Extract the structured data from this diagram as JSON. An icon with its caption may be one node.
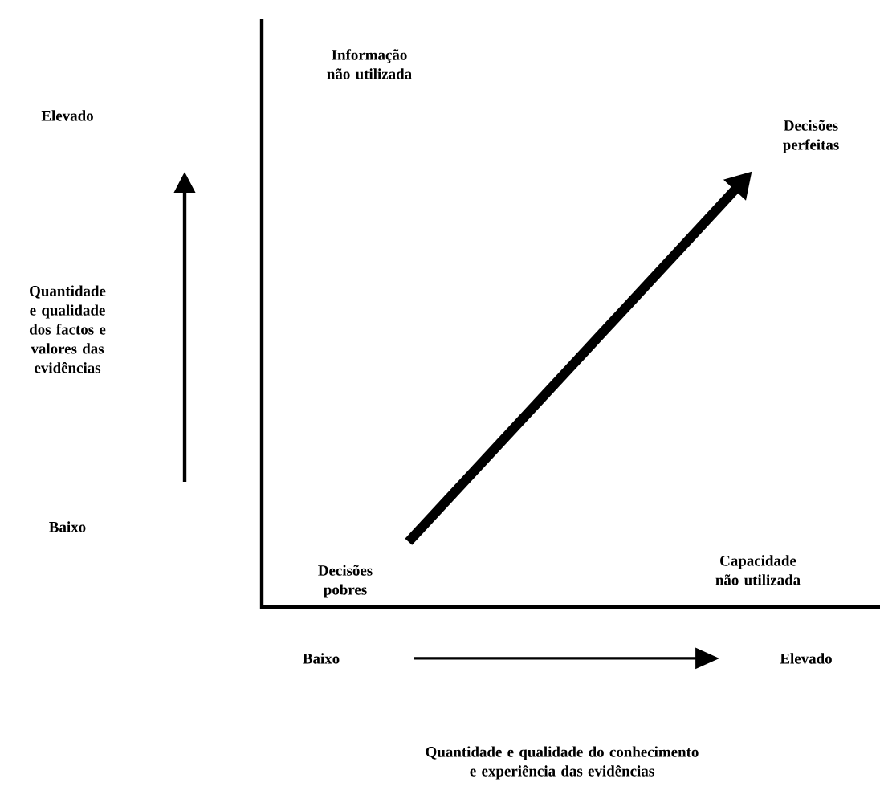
{
  "diagram": {
    "nodes": [
      {
        "text": [
          "Decisões pobres"
        ]
      },
      {
        "text": [
          "Decisões perfeitas"
        ]
      }
    ],
    "edges": [
      {
        "from": 0,
        "to": 1,
        "arrow": "to"
      }
    ],
    "labels": [
      "Informação não utilizada",
      "Elevado",
      "Quantidade e qualidade dos factos e valores das evidências",
      "Baixo",
      "Capacidade não utilizada",
      "Baixo",
      "Elevado",
      "Quantidade e qualidade do conhecimento e experiência das evidências"
    ]
  }
}
